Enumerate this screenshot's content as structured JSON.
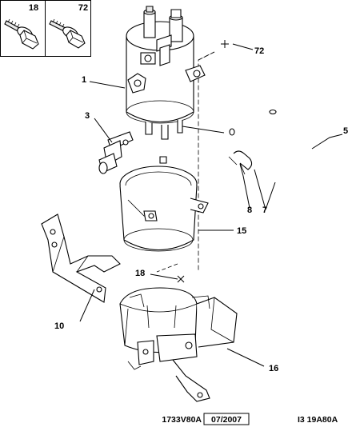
{
  "inset": {
    "items": [
      {
        "ref": "18",
        "icon": "bolt-with-washer-icon"
      },
      {
        "ref": "72",
        "icon": "bolt-with-flange-icon"
      }
    ]
  },
  "callouts": [
    {
      "id": "1",
      "text": "1"
    },
    {
      "id": "3",
      "text": "3"
    },
    {
      "id": "5",
      "text": "5"
    },
    {
      "id": "7",
      "text": "7"
    },
    {
      "id": "8",
      "text": "8"
    },
    {
      "id": "10",
      "text": "10"
    },
    {
      "id": "15",
      "text": "15"
    },
    {
      "id": "16",
      "text": "16"
    },
    {
      "id": "18",
      "text": "18"
    },
    {
      "id": "72",
      "text": "72"
    }
  ],
  "footer": {
    "ref_code": "1733V80A",
    "date": "07/2007",
    "sheet_code": "I3 19A80A"
  },
  "colors": {
    "line": "#000000",
    "background": "#ffffff",
    "shading": "#e9e9e9"
  }
}
